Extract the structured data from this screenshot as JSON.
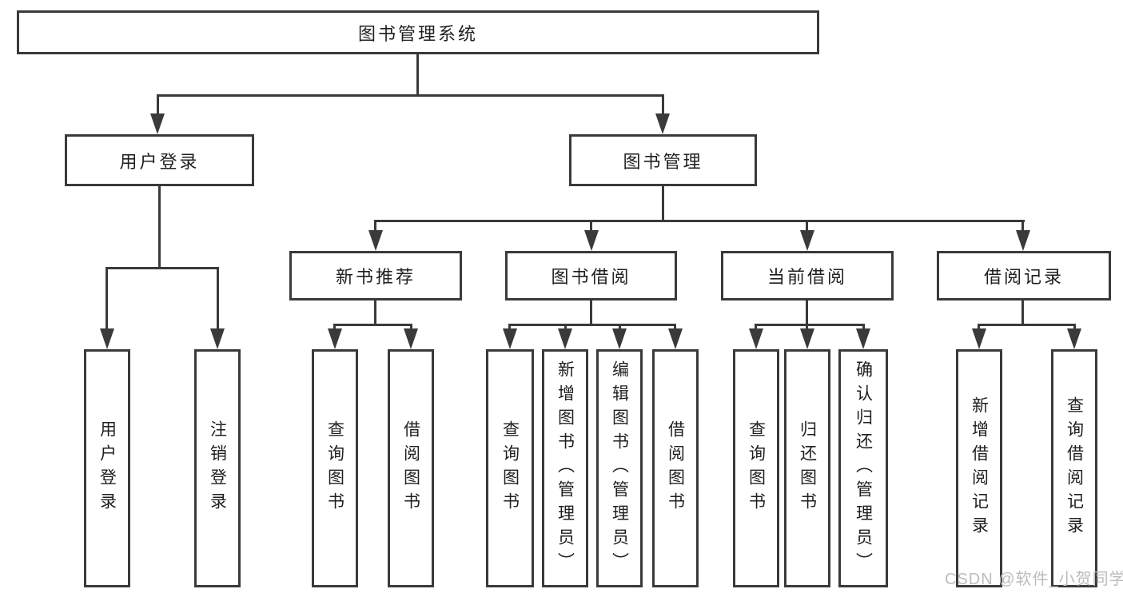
{
  "diagram": {
    "type": "org-tree",
    "root": {
      "label": "图书管理系统"
    },
    "level2": {
      "user_login": {
        "label": "用户登录"
      },
      "book_mgmt": {
        "label": "图书管理"
      }
    },
    "level3": {
      "new_books": {
        "label": "新书推荐"
      },
      "book_borrow": {
        "label": "图书借阅"
      },
      "current_borrow": {
        "label": "当前借阅"
      },
      "borrow_records": {
        "label": "借阅记录"
      }
    },
    "leaves": {
      "user_login": [
        "用户登录",
        "注销登录"
      ],
      "new_books": [
        "查询图书",
        "借阅图书"
      ],
      "book_borrow": [
        "查询图书",
        "新增图书（管理员）",
        "编辑图书（管理员）",
        "借阅图书"
      ],
      "current_borrow": [
        "查询图书",
        "归还图书",
        "确认归还（管理员）"
      ],
      "borrow_records": [
        "新增借阅记录",
        "查询借阅记录"
      ]
    },
    "watermark": "CSDN @软件_小贺同学",
    "colors": {
      "line": "#3a3a3a",
      "box_border": "#3a3a3a",
      "text": "#1f1f1f",
      "watermark": "#bcbcbc",
      "background": "#ffffff"
    }
  }
}
